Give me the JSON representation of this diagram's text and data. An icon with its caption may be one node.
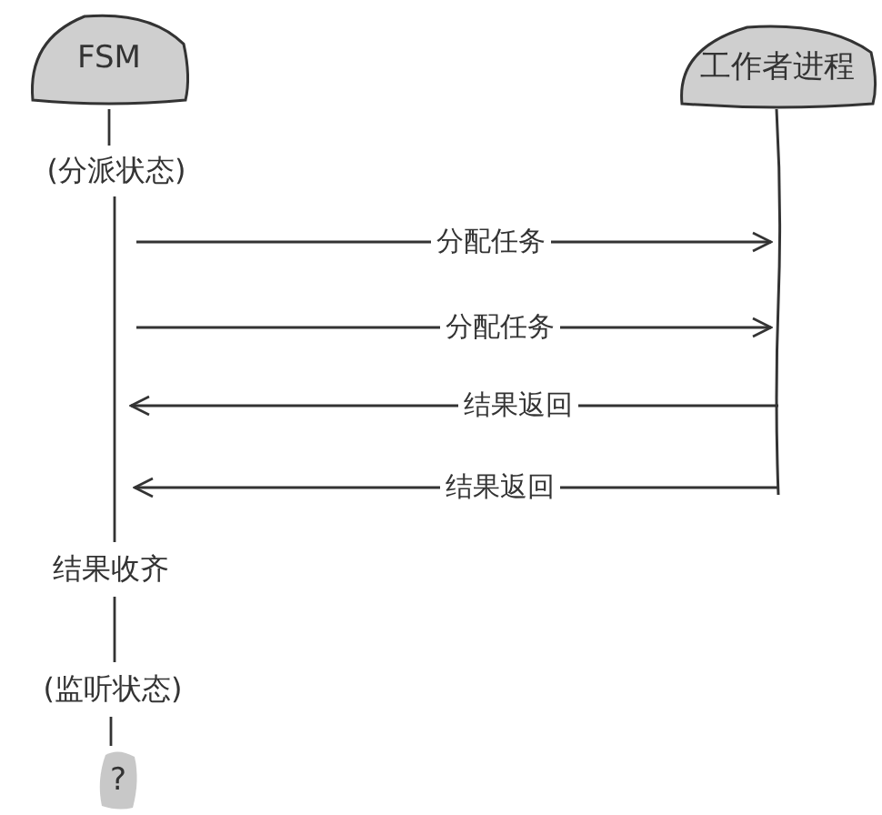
{
  "diagram": {
    "nodes": [
      {
        "text": [
          "FSM"
        ]
      },
      {
        "text": [
          "工作者进程"
        ]
      },
      {
        "text": [
          "(分派状态)"
        ]
      },
      {
        "text": [
          "结果收齐"
        ]
      },
      {
        "text": [
          "(监听状态)"
        ]
      },
      {
        "text": [
          "?"
        ]
      },
      {
        "text": [],
        "shape": "bar"
      }
    ],
    "edges": [
      {
        "from": 0,
        "to": 2,
        "arrow": "none"
      },
      {
        "from": 2,
        "to": 3,
        "arrow": "none"
      },
      {
        "from": 3,
        "to": 4,
        "arrow": "none"
      },
      {
        "from": 4,
        "to": 5,
        "arrow": "none"
      },
      {
        "from": null,
        "to": 6,
        "label": "分配任务",
        "arrow": "to"
      },
      {
        "from": null,
        "to": 6,
        "label": "分配任务",
        "arrow": "to"
      },
      {
        "from": 6,
        "to": null,
        "label": "结果返回",
        "arrow": "to"
      },
      {
        "from": 6,
        "to": null,
        "label": "结果返回",
        "arrow": "to"
      }
    ]
  }
}
